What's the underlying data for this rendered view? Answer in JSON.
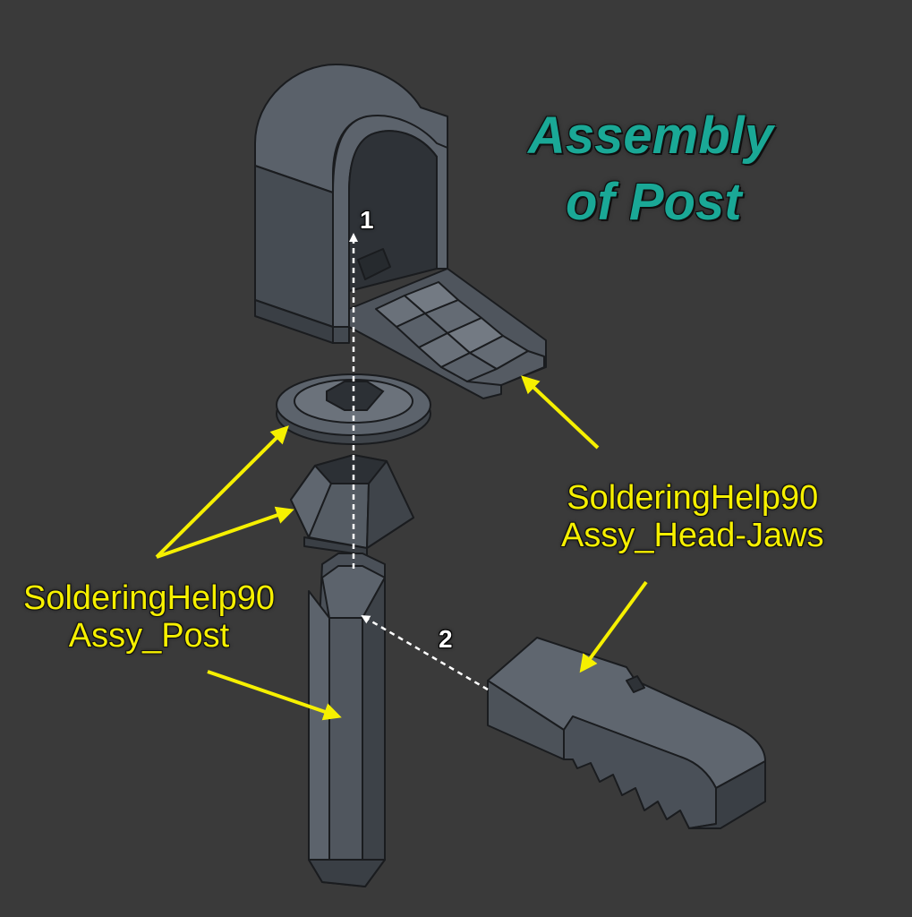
{
  "title": {
    "line1": "Assembly",
    "line2": "of Post"
  },
  "labels": {
    "head_jaws": {
      "line1": "SolderingHelp90",
      "line2": "Assy_Head-Jaws"
    },
    "post": {
      "line1": "SolderingHelp90",
      "line2": "Assy_Post"
    }
  },
  "steps": {
    "one": "1",
    "two": "2"
  },
  "colors": {
    "background": "#3a3a3a",
    "title": "#1aa896",
    "label": "#f6f000",
    "arrow": "#f6f000",
    "part": "#4a5058",
    "part_dark": "#353a40",
    "part_light": "#6a717a",
    "edge": "#1a1c1f",
    "guide": "#ffffff"
  }
}
